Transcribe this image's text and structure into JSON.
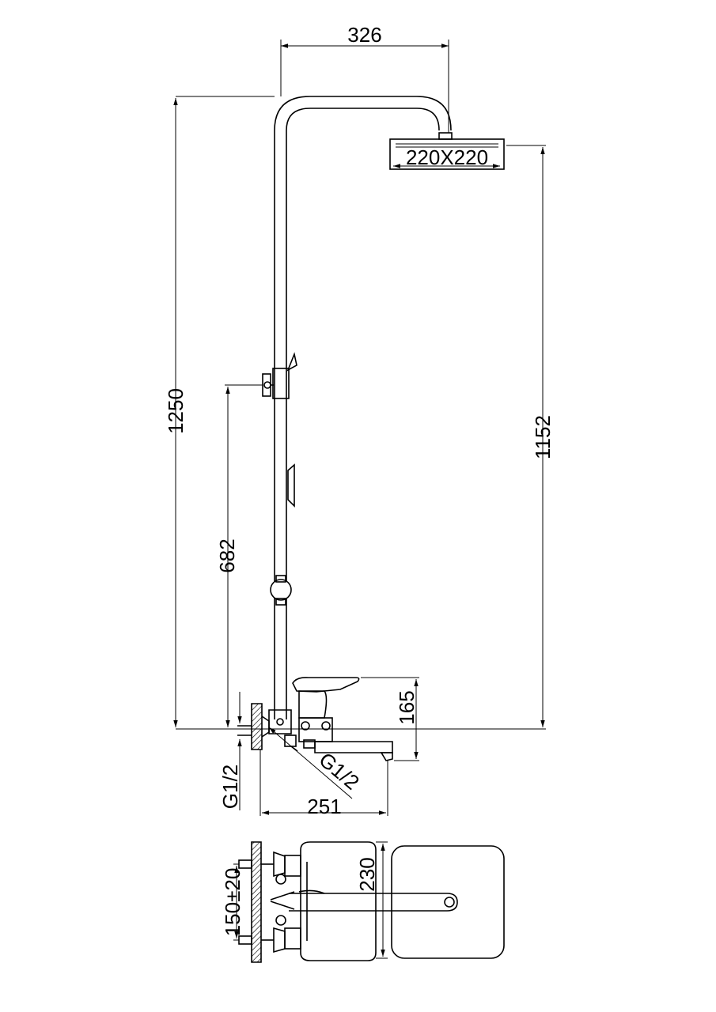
{
  "diagram": {
    "dimensions": {
      "top_width": "326",
      "head_size": "220X220",
      "total_height": "1250",
      "head_height": "1152",
      "slider_height": "682",
      "spout_height": "165",
      "inlet_thread_left": "G1/2",
      "inlet_thread_diag": "G1/2",
      "spout_reach": "251",
      "center_distance": "150±20",
      "plan_depth": "230"
    }
  }
}
